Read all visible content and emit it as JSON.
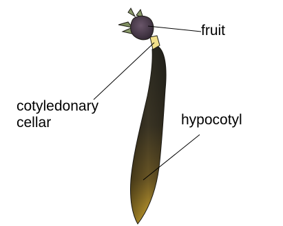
{
  "labels": {
    "fruit": "fruit",
    "cotyledonary_line1": "cotyledonary",
    "cotyledonary_line2": "cellar",
    "hypocotyl": "hypocotyl"
  },
  "colors": {
    "fruit_body": "#4a3b4a",
    "sepals": "#8a9a6a",
    "collar": "#f2e08a",
    "hypocotyl_dark": "#2f2a1e",
    "hypocotyl_light": "#c8a030",
    "leader_line": "#000000"
  }
}
